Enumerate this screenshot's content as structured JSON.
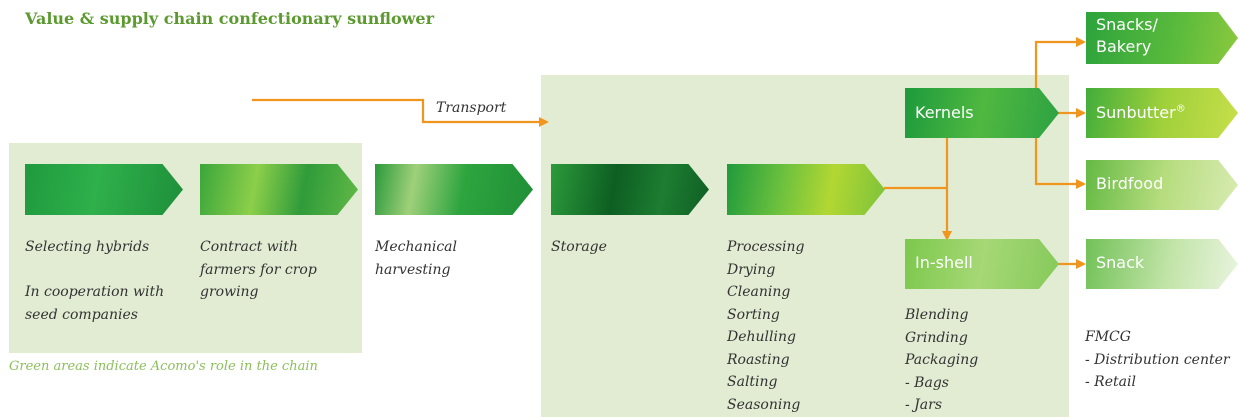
{
  "title": "Value & supply chain confectionary sunflower",
  "transport_label": "Transport",
  "footnote": "Green areas indicate Acomo's role in the chain",
  "steps": {
    "selecting": [
      "Selecting hybrids",
      "",
      "In cooperation with",
      "seed companies"
    ],
    "contract": [
      "Contract with",
      "farmers for crop",
      "growing"
    ],
    "harvest": [
      "Mechanical",
      "harvesting"
    ],
    "storage": [
      "Storage"
    ],
    "processing": [
      "Processing",
      "Drying",
      "Cleaning",
      "Sorting",
      "Dehulling",
      "Roasting",
      "Salting",
      "Seasoning"
    ],
    "packaging": [
      "Blending",
      "Grinding",
      "Packaging",
      "- Bags",
      "- Jars"
    ],
    "fmcg": [
      "FMCG",
      "- Distribution center",
      "- Retail"
    ]
  },
  "products": {
    "kernels": "Kernels",
    "inshell": "In-shell",
    "snacks_bakery_1": "Snacks/",
    "snacks_bakery_2": "Bakery",
    "sunbutter": "Sunbutter",
    "sunbutter_mark": "®",
    "birdfood": "Birdfood",
    "snack": "Snack"
  },
  "colors": {
    "accent": "#f0961e",
    "area": "#e1ecd3",
    "title": "#5c9a30"
  }
}
